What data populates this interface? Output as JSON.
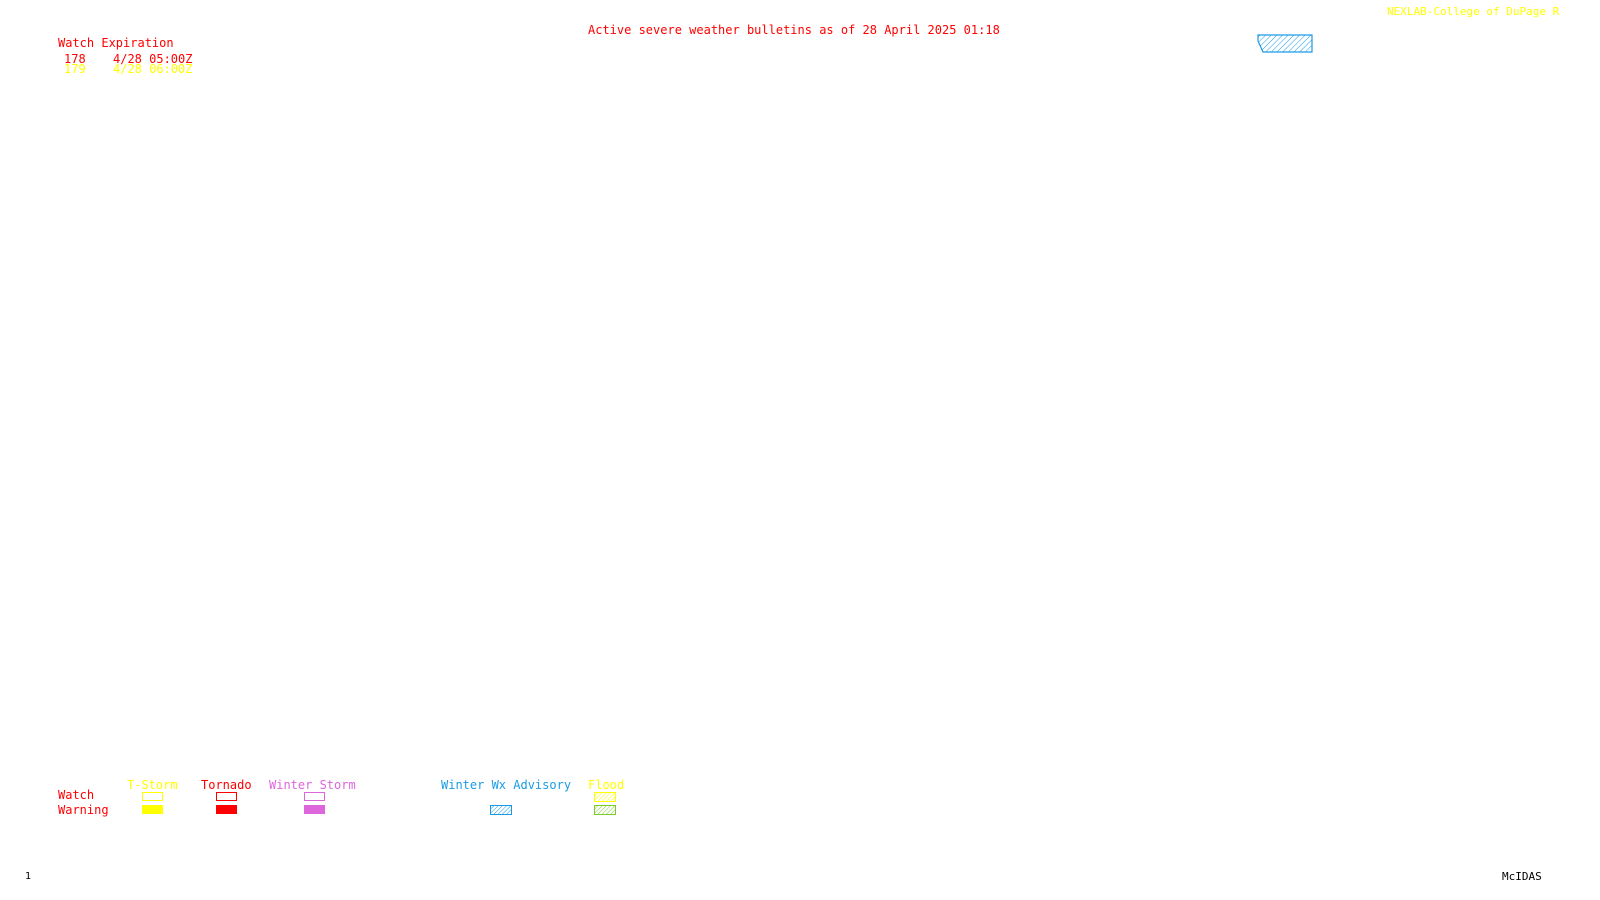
{
  "colors": {
    "red": "#ff0000",
    "yellow": "#ffff00",
    "violet": "#dd66dd",
    "blue": "#1a9be6",
    "green": "#7acc2a",
    "black": "#000000"
  },
  "header": {
    "credit": "NEXLAB-College of DuPage R",
    "bulletin": "Active severe weather bulletins as of 28 April 2025 01:18"
  },
  "watch_table": {
    "heading": "Watch Expiration",
    "rows": [
      {
        "number": "178",
        "expires": "4/28 05:00Z",
        "color": "#ff0000"
      },
      {
        "number": "179",
        "expires": "4/28 06:00Z",
        "color": "#ffff00"
      }
    ]
  },
  "map_overlay": {
    "polygon": "winter-wx-advisory-area",
    "color": "#1a9be6"
  },
  "legend": {
    "row_labels": {
      "watch": "Watch",
      "warning": "Warning"
    },
    "categories": [
      {
        "label": "T-Storm",
        "color": "#ffff00",
        "watch_style": "outline",
        "warning_style": "filled"
      },
      {
        "label": "Tornado",
        "color": "#ff0000",
        "watch_style": "outline",
        "warning_style": "filled"
      },
      {
        "label": "Winter Storm",
        "color": "#dd66dd",
        "watch_style": "outline",
        "warning_style": "filled"
      },
      {
        "label": "Winter Wx Advisory",
        "color": "#1a9be6",
        "warning_style": "hatched"
      },
      {
        "label": "Flood",
        "color": "#ffff00",
        "watch_style": "hatched",
        "warning_style": "hatched",
        "warning_color": "#7acc2a"
      }
    ]
  },
  "footer": {
    "frame_number": "1",
    "software": "McIDAS"
  }
}
